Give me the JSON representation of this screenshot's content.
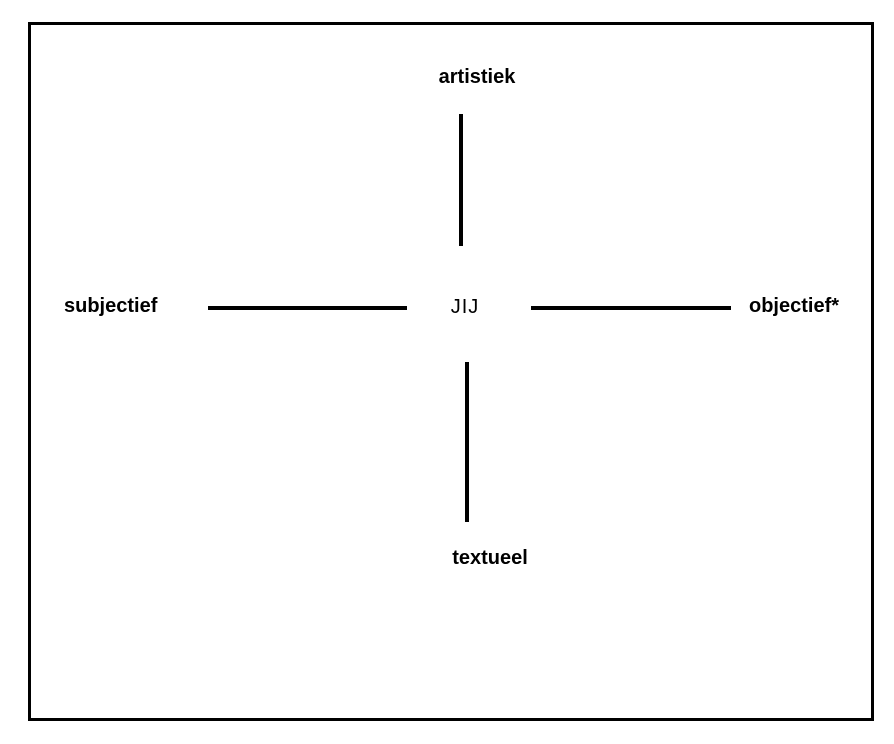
{
  "diagram": {
    "center_label": "JIJ",
    "axes": {
      "top": {
        "label": "artistiek"
      },
      "bottom": {
        "label": "textueel"
      },
      "left": {
        "label": "subjectief"
      },
      "right": {
        "label": "objectief*"
      }
    },
    "colors": {
      "line": "#000000",
      "text": "#000000",
      "background": "#ffffff",
      "border": "#000000"
    }
  }
}
